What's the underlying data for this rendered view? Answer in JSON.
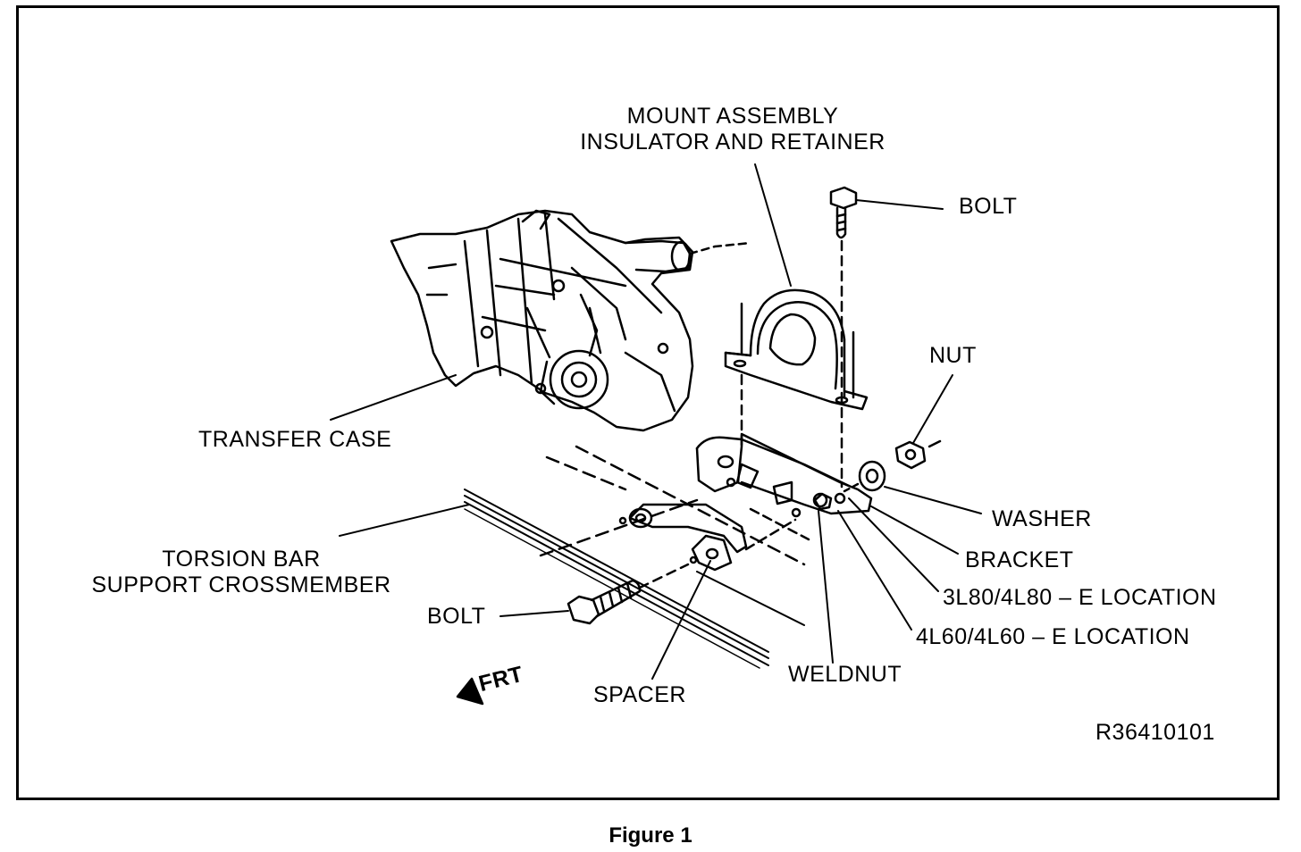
{
  "labels": {
    "mount_assembly_line1": "MOUNT ASSEMBLY",
    "mount_assembly_line2": "INSULATOR AND RETAINER",
    "bolt_top": "BOLT",
    "nut": "NUT",
    "transfer_case": "TRANSFER CASE",
    "washer": "WASHER",
    "bracket": "BRACKET",
    "torsion_bar_line1": "TORSION BAR",
    "torsion_bar_line2": "SUPPORT CROSSMEMBER",
    "location_3l80": "3L80/4L80 – E LOCATION",
    "location_4l60": "4L60/4L60 – E LOCATION",
    "bolt_bottom": "BOLT",
    "weldnut": "WELDNUT",
    "spacer": "SPACER",
    "front_arrow": "FRT",
    "part_number": "R36410101"
  },
  "caption": "Figure 1",
  "colors": {
    "ink": "#000000",
    "paper": "#ffffff"
  }
}
